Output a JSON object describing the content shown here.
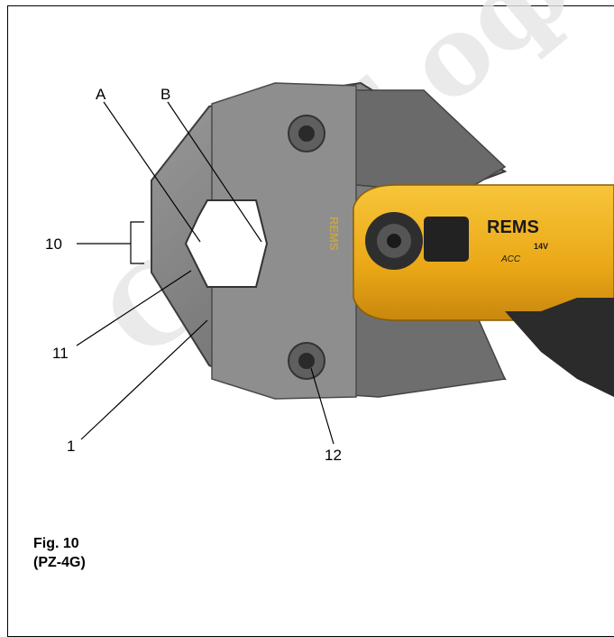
{
  "figure": {
    "caption_line1": "Fig. 10",
    "caption_line2": "(PZ-4G)",
    "callouts": {
      "a": "A",
      "b": "B",
      "c10": "10",
      "c11": "11",
      "c1": "1",
      "c12": "12"
    },
    "tool_branding": {
      "brand": "REMS",
      "model": "14V",
      "mode": "ACC",
      "jaw_stamp": "REMS"
    }
  },
  "watermark": {
    "text": "САЙТ официальный"
  },
  "colors": {
    "tool_yellow": "#f2b31d",
    "jaw_steel": "#7d7d7d",
    "frame": "#000000"
  }
}
